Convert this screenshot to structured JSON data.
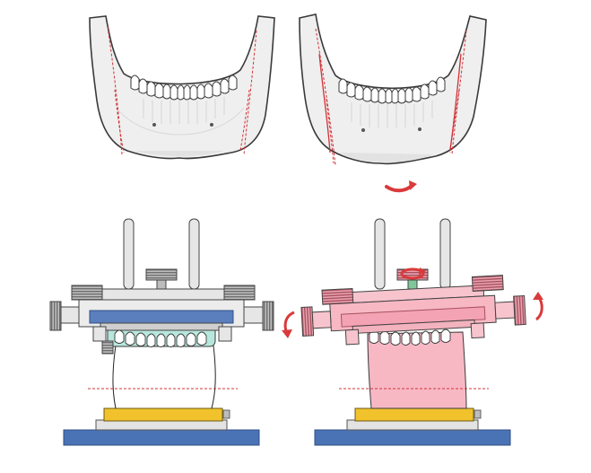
{
  "figure": {
    "panels": [
      {
        "id": "mandible-before",
        "kind": "mandible",
        "state": "original"
      },
      {
        "id": "mandible-after",
        "kind": "mandible",
        "state": "rotated"
      },
      {
        "id": "device-before",
        "kind": "positioning-device",
        "state": "original"
      },
      {
        "id": "device-after",
        "kind": "positioning-device",
        "state": "adjusted"
      }
    ],
    "colors": {
      "bone_fill": "#f0f0f0",
      "bone_stroke": "#3a3a3a",
      "teeth_fill": "#ffffff",
      "cut_line": "#d0343a",
      "metal_gray": "#dcdcdc",
      "knurl_gray": "#8c8c8c",
      "plate_blue": "#5b7fbd",
      "base_blue": "#4a73b5",
      "teeth_mint": "#b7e6dc",
      "shim_yellow": "#f2c22c",
      "adjusted_pink": "#f7b8c4",
      "adjusted_pink_dark": "#c7707e",
      "arrow_red": "#d93a3a"
    },
    "icons": [
      "rotation-arrow-icon",
      "curved-arrow-icon"
    ],
    "text": []
  }
}
